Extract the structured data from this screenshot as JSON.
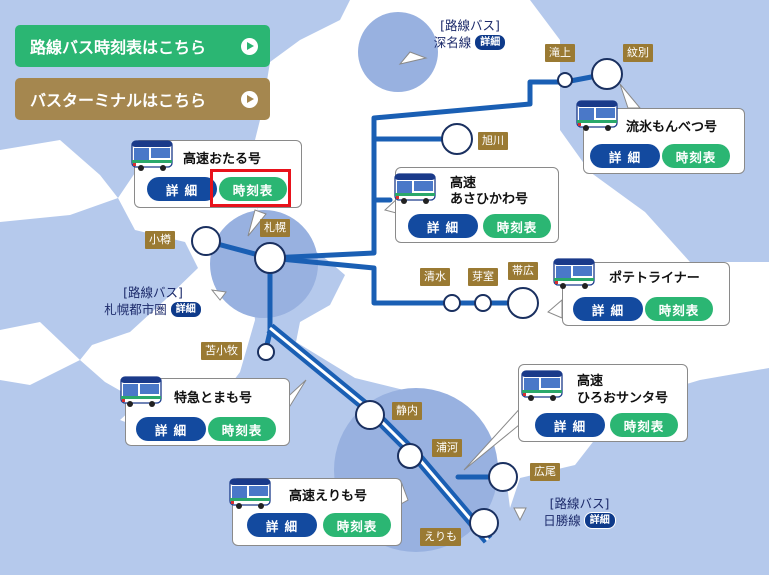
{
  "controls": {
    "timetable_link": "路線バス時刻表はこちら",
    "terminal_link": "バスターミナルはこちら"
  },
  "stations": {
    "otaru": "小樽",
    "sapporo": "札幌",
    "asahikawa": "旭川",
    "takinoue": "滝上",
    "monbetsu": "紋別",
    "shimizu": "清水",
    "memuro": "芽室",
    "obihiro": "帯広",
    "tomakomai": "苫小牧",
    "shizunai": "静内",
    "urakawa": "浦河",
    "hiroo": "広尾",
    "erimo": "えりも"
  },
  "routes": {
    "fukagawa": {
      "line1": "[路線バス]",
      "name": "深名線",
      "detail": "詳細"
    },
    "sapporo_area": {
      "line1": "[路線バス]",
      "name": "札幌都市圏",
      "detail": "詳細"
    },
    "hidaka": {
      "line1": "[路線バス]",
      "name": "日勝線",
      "detail": "詳細"
    }
  },
  "cards": {
    "otaru": {
      "title": "高速おたる号",
      "detail": "詳 細",
      "timetable": "時刻表"
    },
    "asahikawa": {
      "title1": "高速",
      "title2": "あさひかわ号",
      "detail": "詳 細",
      "timetable": "時刻表"
    },
    "monbetsu": {
      "title": "流氷もんべつ号",
      "detail": "詳 細",
      "timetable": "時刻表"
    },
    "potato": {
      "title": "ポテトライナー",
      "detail": "詳 細",
      "timetable": "時刻表"
    },
    "tomamo": {
      "title": "特急とまも号",
      "detail": "詳 細",
      "timetable": "時刻表"
    },
    "hiroo": {
      "title1": "高速",
      "title2": "ひろおサンタ号",
      "detail": "詳 細",
      "timetable": "時刻表"
    },
    "erimo": {
      "title": "高速えりも号",
      "detail": "詳 細",
      "timetable": "時刻表"
    }
  },
  "colors": {
    "sea": "#b5c9ec",
    "land": "#ffffff",
    "line": "#1a5fb4",
    "highlight": "#e8121b"
  }
}
